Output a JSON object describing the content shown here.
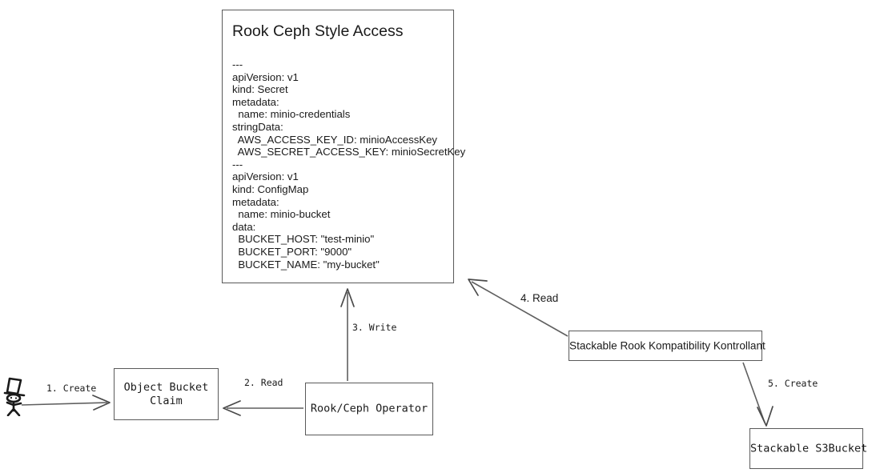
{
  "diagram": {
    "title_box": {
      "title": "Rook Ceph Style Access",
      "yaml": "---\napiVersion: v1\nkind: Secret\nmetadata:\n  name: minio-credentials\nstringData:\n  AWS_ACCESS_KEY_ID: minioAccessKey\n  AWS_SECRET_ACCESS_KEY: minioSecretKey\n---\napiVersion: v1\nkind: ConfigMap\nmetadata:\n  name: minio-bucket\ndata:\n  BUCKET_HOST: \"test-minio\"\n  BUCKET_PORT: \"9000\"\n  BUCKET_NAME: \"my-bucket\""
    },
    "nodes": {
      "actor": "stick-figure-user",
      "object_bucket_claim": "Object Bucket\nClaim",
      "rook_ceph_operator": "Rook/Ceph Operator",
      "stackable_rook_kompatibility_kontrollant": "Stackable Rook Kompatibility Kontrollant",
      "stackable_s3bucket": "Stackable S3Bucket"
    },
    "edges": [
      {
        "id": "e1",
        "label": "1. Create",
        "from": "actor",
        "to": "object_bucket_claim"
      },
      {
        "id": "e2",
        "label": "2. Read",
        "from": "rook_ceph_operator",
        "to": "object_bucket_claim"
      },
      {
        "id": "e3",
        "label": "3. Write",
        "from": "rook_ceph_operator",
        "to": "title_box"
      },
      {
        "id": "e4",
        "label": "4. Read",
        "from": "stackable_rook_kompatibility_kontrollant",
        "to": "title_box"
      },
      {
        "id": "e5",
        "label": "5. Create",
        "from": "stackable_rook_kompatibility_kontrollant",
        "to": "stackable_s3bucket"
      }
    ],
    "colors": {
      "background": "#ffffff",
      "stroke": "#5a5a5a",
      "edge": "#5f5f5f",
      "text": "#1a1a1a"
    }
  }
}
